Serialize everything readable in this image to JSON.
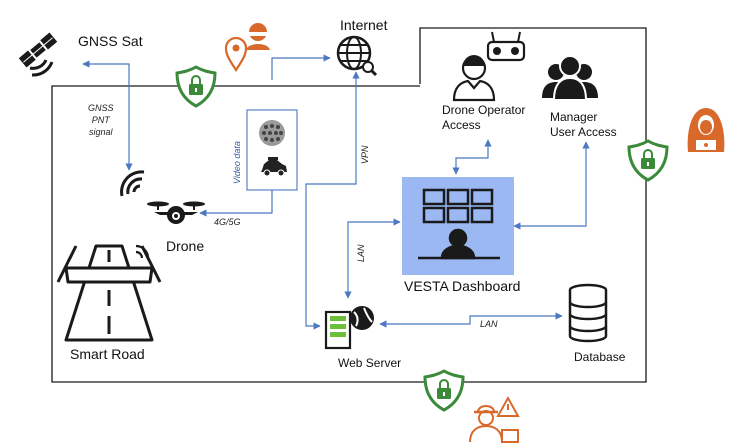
{
  "nodes": {
    "gnss_sat": "GNSS Sat",
    "internet": "Internet",
    "drone_operator": "Drone Operator\nAccess",
    "manager": "Manager\nUser Access",
    "drone": "Drone",
    "smart_road": "Smart Road",
    "dashboard": "VESTA Dashboard",
    "web_server": "Web Server",
    "database": "Database"
  },
  "links": {
    "gnss_signal": "GNSS\nPNT\nsignal",
    "video_data": "Video data",
    "vpn": "VPN",
    "cellular": "4G/5G",
    "lan_vertical": "LAN",
    "lan_horizontal": "LAN"
  },
  "colors": {
    "frame": "#1a1a1a",
    "link_blue": "#4a78c2",
    "dashboard_fill": "#9bb8f3",
    "shield_green": "#3a8a3a",
    "threat_orange": "#d8692a"
  },
  "icons": [
    "satellite-icon",
    "globe-icon",
    "operator-icon",
    "manager-group-icon",
    "drone-icon",
    "road-icon",
    "dashboard-icon",
    "server-icon",
    "database-icon",
    "shield-lock-icon",
    "hacker-icon",
    "threat-location-icon",
    "insider-threat-icon"
  ]
}
